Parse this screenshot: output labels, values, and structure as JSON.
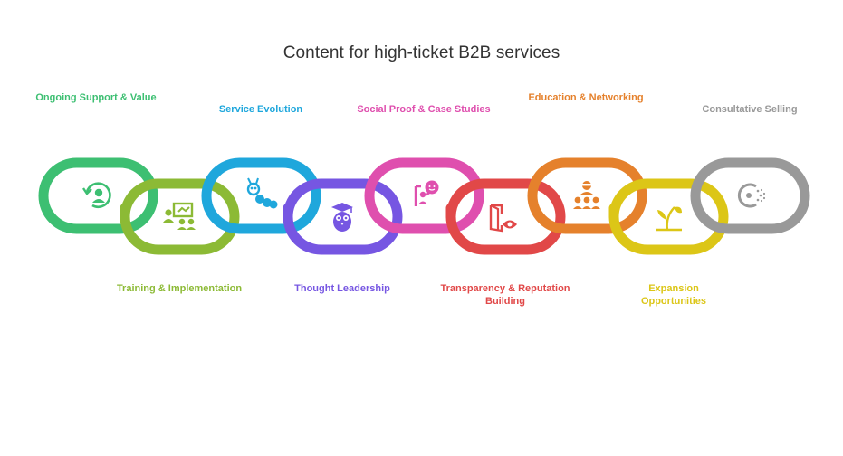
{
  "title": "Content for high-ticket B2B services",
  "stages": [
    {
      "label": "Ongoing Support & Value",
      "color": "#3dbf72",
      "icon": "support-cycle-person-icon",
      "position": "top"
    },
    {
      "label": "Training & Implementation",
      "color": "#8cba35",
      "icon": "presentation-training-icon",
      "position": "bottom"
    },
    {
      "label": "Service Evolution",
      "color": "#1fa7dc",
      "icon": "caterpillar-evolution-icon",
      "position": "top"
    },
    {
      "label": "Thought Leadership",
      "color": "#7656e2",
      "icon": "graduate-owl-icon",
      "position": "bottom"
    },
    {
      "label": "Social Proof & Case Studies",
      "color": "#df4fae",
      "icon": "testimonial-speech-icon",
      "position": "top"
    },
    {
      "label": "Transparency & Reputation Building",
      "color": "#e14848",
      "icon": "open-door-eye-icon",
      "position": "bottom"
    },
    {
      "label": "Education & Networking",
      "color": "#e5812c",
      "icon": "teacher-group-icon",
      "position": "top"
    },
    {
      "label": "Expansion Opportunities",
      "color": "#dcc617",
      "icon": "sprouting-plant-icon",
      "position": "bottom"
    },
    {
      "label": "Consultative Selling",
      "color": "#999999",
      "icon": "consul-dots-icon",
      "position": "top"
    }
  ]
}
